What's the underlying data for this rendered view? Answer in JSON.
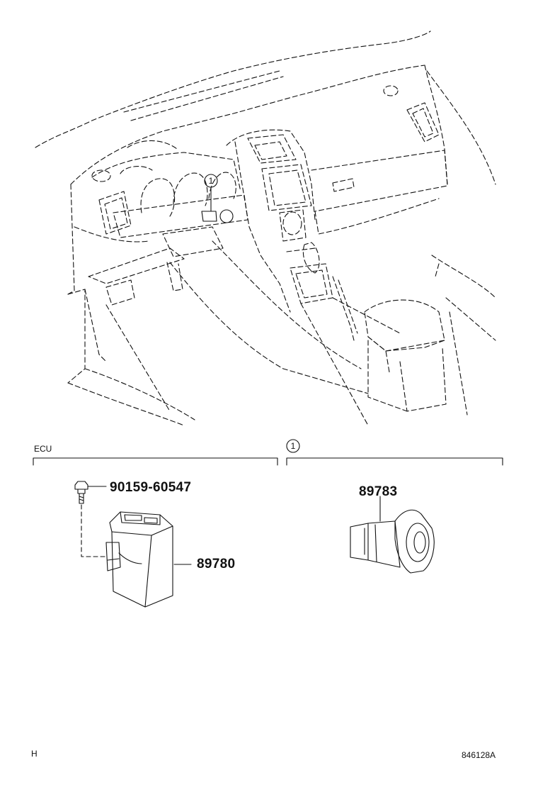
{
  "callout_marker": "1",
  "sections": {
    "ecu": {
      "label": "ECU"
    },
    "callout": {
      "marker": "1"
    }
  },
  "parts": {
    "bolt": "90159-60547",
    "ecu_unit": "89780",
    "sensor": "89783"
  },
  "footer": {
    "left": "H",
    "right": "846128A"
  }
}
